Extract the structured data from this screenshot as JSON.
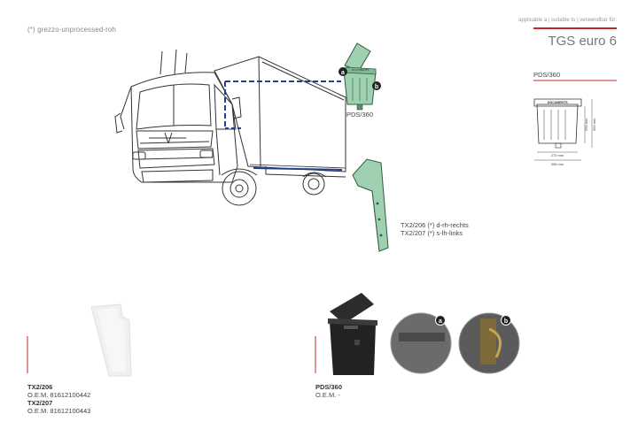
{
  "header": {
    "note": "(*) grezzo-unprocessed-roh",
    "applicable": "applicable a | suitable to | verwendbar für:",
    "model": "TGS euro 6"
  },
  "diagram": {
    "toolbox_label": "PDS/360",
    "toolbox_doc_text": "DOCUMENTS",
    "callout_a": "a",
    "callout_b": "b",
    "fender_line1": "TX2/206 (*) d-rh-rechts",
    "fender_line2": "TX2/207 (*) s-lh-links"
  },
  "spec": {
    "title": "PDS/360",
    "doc_text": "DOCUMENTS",
    "dim_height_inner": "256 mm",
    "dim_height_outer": "360 mm",
    "dim_width_inner": "270 mm",
    "dim_width_outer": "306 mm"
  },
  "products": {
    "fender": {
      "code1": "TX2/206",
      "oem1": "O.E.M. 81612100442",
      "code2": "TX2/207",
      "oem2": "O.E.M. 81612100443"
    },
    "toolbox": {
      "code": "PDS/360",
      "oem": "O.E.M. -",
      "detail_a": "a",
      "detail_b": "b"
    }
  },
  "colors": {
    "accent_red": "#c0282d",
    "pointer_blue": "#1f3f8f",
    "part_green": "#9fd0b0"
  }
}
